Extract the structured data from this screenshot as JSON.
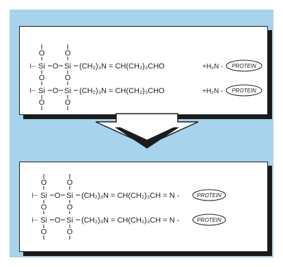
{
  "colors": {
    "background": "#a7d3ec",
    "ink": "#1b1b1b",
    "panel": "#ffffff"
  },
  "top_panel": {
    "rows": [
      {
        "upper_left": "O",
        "upper_right": "O",
        "bond_left": "⊢",
        "si1": "Si",
        "link_o": "O",
        "si2": "Si",
        "chain": "(CH₂)₃N = CH(CH₂)₃CHO",
        "reagent": "+H₂N -",
        "protein": "PROTEIN"
      },
      {
        "upper_left": "O",
        "upper_right": "O",
        "bond_left": "⊢",
        "si1": "Si",
        "link_o": "O",
        "si2": "Si",
        "chain": "(CH₂)₃N = CH(CH₂)₃CHO",
        "reagent": "+H₂N -",
        "protein": "PROTEIN",
        "lower_left": "O",
        "lower_right": "O"
      }
    ]
  },
  "bottom_panel": {
    "rows": [
      {
        "upper_left": "O",
        "upper_right": "O",
        "bond_left": "⊢",
        "si1": "Si",
        "link_o": "O",
        "si2": "Si",
        "chain": "(CH₂)₃N = CH(CH₂)₃CH = N -",
        "protein": "PROTEIN"
      },
      {
        "upper_left": "O",
        "upper_right": "O",
        "bond_left": "⊢",
        "si1": "Si",
        "link_o": "O",
        "si2": "Si",
        "chain": "(CH₂)₃N = CH(CH₂)₃CH = N -",
        "protein": "PROTEIN",
        "lower_left": "O",
        "lower_right": "O"
      }
    ]
  }
}
